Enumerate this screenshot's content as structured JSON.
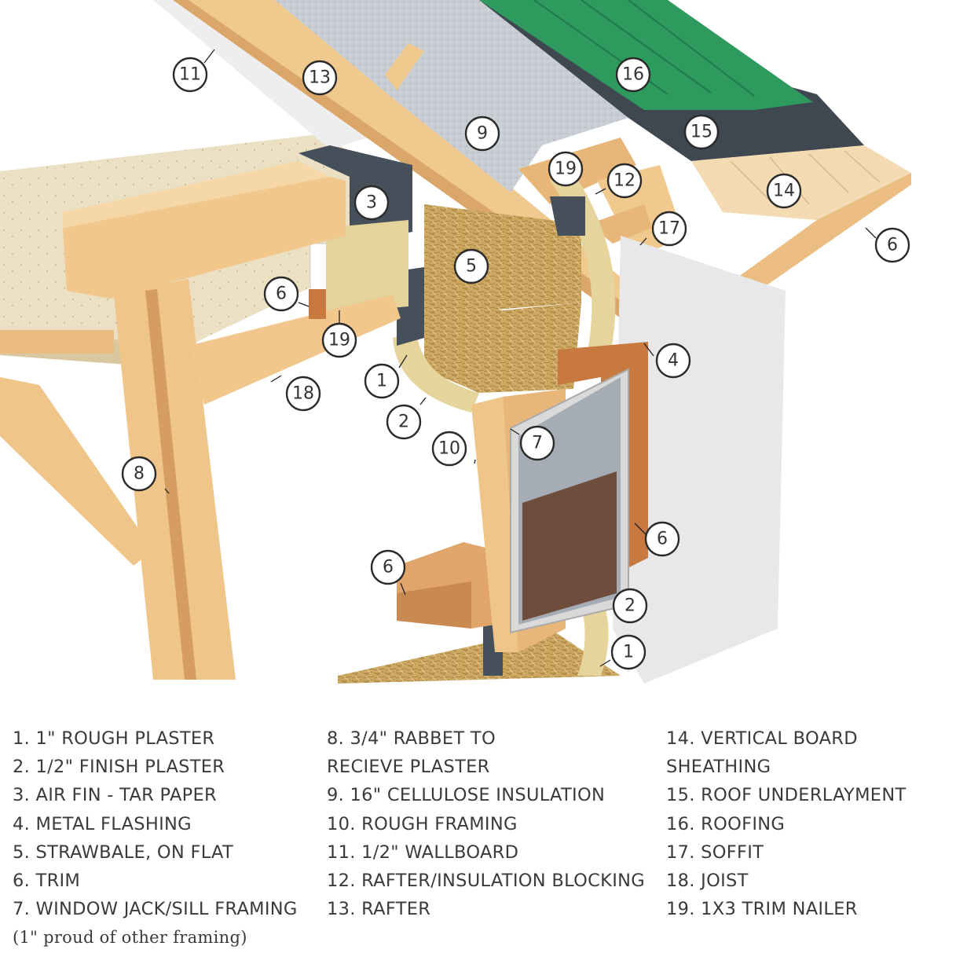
{
  "callouts": {
    "c1a": "1",
    "c1b": "1",
    "c2a": "2",
    "c2b": "2",
    "c3": "3",
    "c4": "4",
    "c5": "5",
    "c6a": "6",
    "c6b": "6",
    "c6c": "6",
    "c6d": "6",
    "c7": "7",
    "c8": "8",
    "c9": "9",
    "c10": "10",
    "c11": "11",
    "c12": "12",
    "c13": "13",
    "c14": "14",
    "c15": "15",
    "c16": "16",
    "c17": "17",
    "c18": "18",
    "c19a": "19",
    "c19b": "19"
  },
  "legend": {
    "col1": [
      "1. 1\" ROUGH PLASTER",
      "2. 1/2\" FINISH PLASTER",
      "3. AIR FIN - TAR PAPER",
      "4. METAL FLASHING",
      "5. STRAWBALE, ON FLAT",
      "6. TRIM",
      "7. WINDOW JACK/SILL FRAMING",
      "(1\" proud of other framing)"
    ],
    "col2": [
      "8. 3/4\" RABBET TO",
      "RECIEVE PLASTER",
      "9. 16\" CELLULOSE INSULATION",
      "10. ROUGH FRAMING",
      "11. 1/2\" WALLBOARD",
      "12. RAFTER/INSULATION BLOCKING",
      "13. RAFTER"
    ],
    "col3": [
      "14. VERTICAL BOARD",
      "SHEATHING",
      "15. ROOF UNDERLAYMENT",
      "16. ROOFING",
      "17. SOFFIT",
      "18. JOIST",
      "19. 1X3 TRIM NAILER"
    ]
  },
  "colors": {
    "wood_light": "#f2cf9a",
    "wood_mid": "#e6b47a",
    "wood_dark": "#cf9559",
    "straw": "#c9a25a",
    "insulation": "#c8ccd3",
    "roofing": "#2f9a5e",
    "underlayment": "#3e4650",
    "tar_paper": "#46505a",
    "plaster": "#e6e6e8",
    "plaster_yellow": "#e3d49a",
    "trim": "#c8793f",
    "floor": "#e9dcc0"
  }
}
